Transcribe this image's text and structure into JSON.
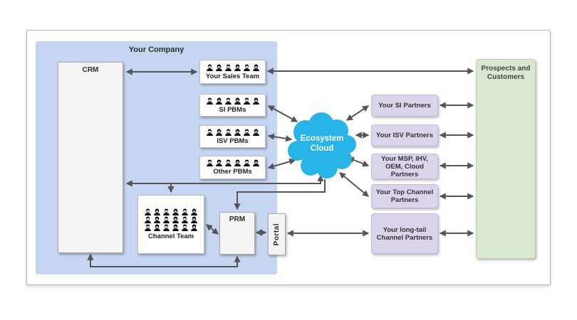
{
  "company": {
    "label": "Your Company"
  },
  "nodes": {
    "crm": {
      "label": "CRM"
    },
    "sales_team": {
      "label": "Your Sales Team",
      "people_rows": 1,
      "people_cols": 6
    },
    "si_pbms": {
      "label": "SI PBMs",
      "people_rows": 1,
      "people_cols": 6
    },
    "isv_pbms": {
      "label": "ISV PBMs",
      "people_rows": 1,
      "people_cols": 6
    },
    "other_pbms": {
      "label": "Other PBMs",
      "people_rows": 1,
      "people_cols": 6
    },
    "channel_team": {
      "label": "Channel Team",
      "people_rows": 3,
      "people_cols": 6
    },
    "prm": {
      "label": "PRM"
    },
    "portal": {
      "label": "Portal"
    },
    "ecosystem_cloud": {
      "label_line1": "Ecosystem",
      "label_line2": "Cloud"
    },
    "prospects": {
      "label": "Prospects and Customers"
    }
  },
  "partners": [
    {
      "label": "Your SI Partners"
    },
    {
      "label": "Your ISV Partners"
    },
    {
      "label": "Your MSP, IHV, OEM, Cloud Partners"
    },
    {
      "label": "Your Top Channel Partners"
    },
    {
      "label": "Your long-tail Channel Partners"
    }
  ],
  "edges": [
    {
      "from": "CRM",
      "to": "Your Sales Team",
      "type": "bidirectional"
    },
    {
      "from": "Your Sales Team",
      "to": "Prospects and Customers",
      "type": "bidirectional"
    },
    {
      "from": "SI PBMs",
      "to": "Ecosystem Cloud",
      "type": "bidirectional"
    },
    {
      "from": "ISV PBMs",
      "to": "Ecosystem Cloud",
      "type": "bidirectional"
    },
    {
      "from": "Other PBMs",
      "to": "Ecosystem Cloud",
      "type": "bidirectional"
    },
    {
      "from": "Ecosystem Cloud",
      "to": "Your SI Partners",
      "type": "bidirectional"
    },
    {
      "from": "Ecosystem Cloud",
      "to": "Your ISV Partners",
      "type": "bidirectional"
    },
    {
      "from": "Ecosystem Cloud",
      "to": "Your MSP, IHV, OEM, Cloud Partners",
      "type": "bidirectional"
    },
    {
      "from": "Ecosystem Cloud",
      "to": "Your Top Channel Partners",
      "type": "bidirectional"
    },
    {
      "from": "Your SI Partners",
      "to": "Prospects and Customers",
      "type": "bidirectional"
    },
    {
      "from": "Your ISV Partners",
      "to": "Prospects and Customers",
      "type": "bidirectional"
    },
    {
      "from": "Your MSP, IHV, OEM, Cloud Partners",
      "to": "Prospects and Customers",
      "type": "bidirectional"
    },
    {
      "from": "Your Top Channel Partners",
      "to": "Prospects and Customers",
      "type": "bidirectional"
    },
    {
      "from": "Your long-tail Channel Partners",
      "to": "Prospects and Customers",
      "type": "bidirectional"
    },
    {
      "from": "Portal",
      "to": "Your long-tail Channel Partners",
      "type": "bidirectional"
    },
    {
      "from": "PRM",
      "to": "Portal",
      "type": "bidirectional"
    },
    {
      "from": "Channel Team",
      "to": "PRM",
      "type": "bidirectional"
    },
    {
      "from": "Ecosystem Cloud",
      "to": "CRM",
      "type": "arrow"
    },
    {
      "from": "Ecosystem Cloud",
      "to": "Channel Team",
      "type": "arrow"
    },
    {
      "from": "Ecosystem Cloud",
      "to": "PRM",
      "type": "arrow-both-ends"
    },
    {
      "from": "CRM",
      "to": "PRM",
      "type": "bottom-connector-arrows-both-ends"
    }
  ],
  "colors": {
    "company_bg": "#c5d5f2",
    "system_box_bg": "#f4f4f4",
    "team_box_bg": "#ffffff",
    "partner_box_bg": "#dcd4ea",
    "prospects_bg": "#d9e7d3",
    "cloud_fill": "#29b4e8",
    "arrow": "#555555"
  }
}
